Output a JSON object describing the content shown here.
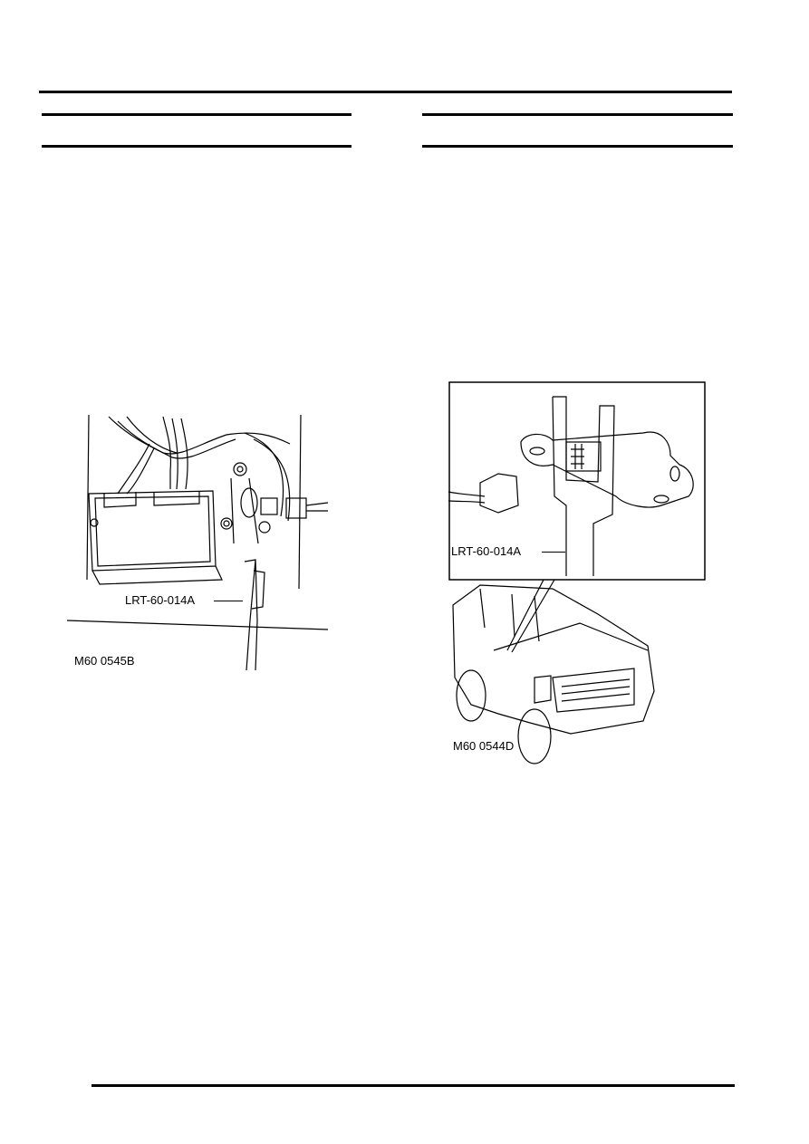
{
  "page": {
    "header_rule": true,
    "columns": [
      {
        "id": "left",
        "heading": ""
      },
      {
        "id": "right",
        "heading": ""
      }
    ]
  },
  "figures": [
    {
      "id": "left-figure",
      "figure_code": "M60 0545B",
      "callouts": [
        {
          "label": "LRT-60-014A"
        }
      ]
    },
    {
      "id": "right-figure",
      "figure_code": "M60 0544D",
      "callouts": [
        {
          "label": "LRT-60-014A"
        }
      ]
    }
  ]
}
